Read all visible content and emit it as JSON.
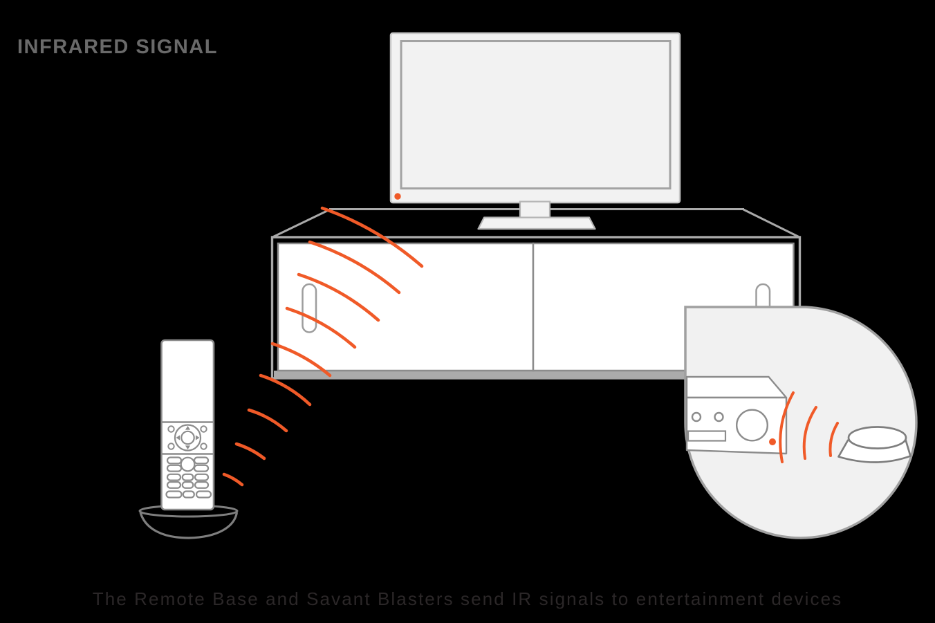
{
  "title": "INFRARED SIGNAL",
  "caption": "The Remote Base and Savant Blasters send IR signals to entertainment devices",
  "colors": {
    "background": "#000000",
    "accent_orange": "#F05A28",
    "title_gray": "#6A6A6A",
    "caption_charcoal": "#2B2728",
    "light_surface_fill": "#F2F2F2",
    "white_fill": "#FFFFFF",
    "outline_light_gray": "#A9A9A9",
    "outline_mid_gray": "#8C8C8C",
    "outline_dark_gray": "#7E7E7E",
    "tv_bezel_gray": "#C9C9C9",
    "tv_screen_gray": "#A3A3A3"
  },
  "legend": {
    "tv": "flat-screen television with orange IR receiver dot on bezel",
    "media-cabinet": "two-door media console the TV stands on",
    "remote-control": "handheld remote base docked in a charging cradle",
    "ir-signal-arcs": "nine orange wavefront arcs radiating from the remote toward the TV and cabinet",
    "magnifier-circle": "zoom callout showing inside the cabinet",
    "av-receiver": "entertainment device with knob, buttons, display slot and orange IR window",
    "savant-blaster": "dome-shaped IR blaster emitting three orange arcs toward the receiver"
  }
}
